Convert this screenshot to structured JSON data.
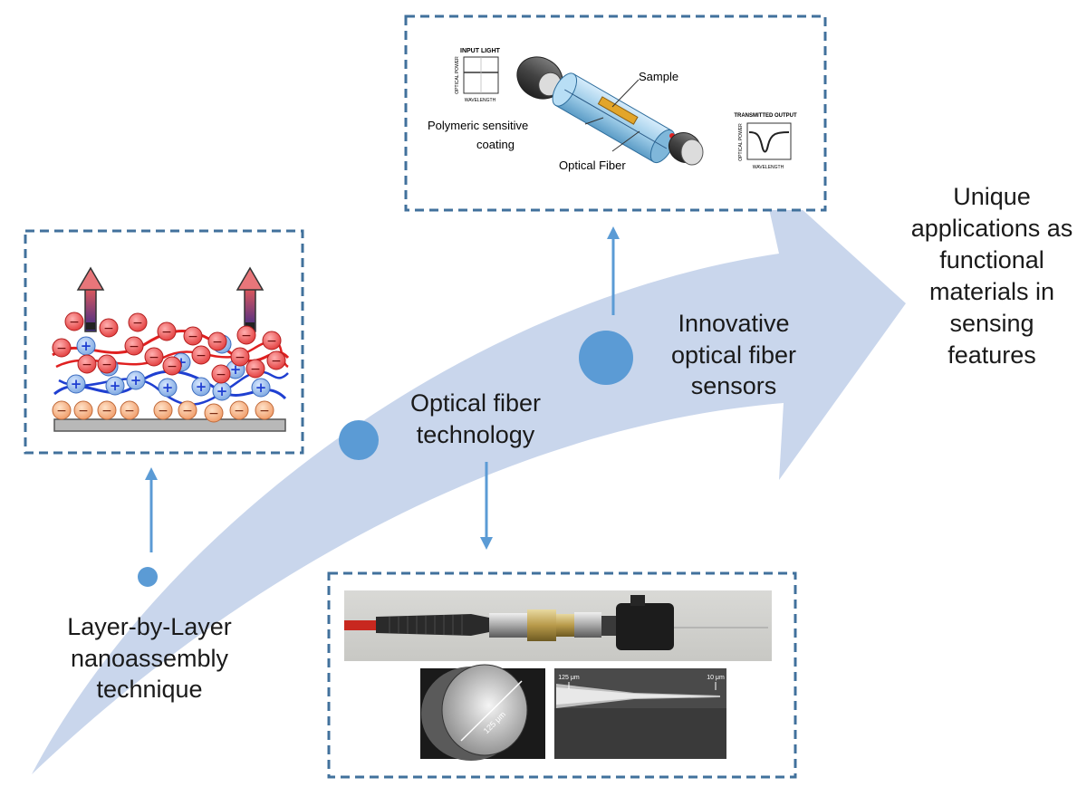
{
  "steps": {
    "lbl": [
      "Layer-by-Layer",
      "nanoassembly",
      "technique"
    ],
    "oft": [
      "Optical fiber",
      "technology"
    ],
    "innovative": [
      "Innovative",
      "optical fiber",
      "sensors"
    ],
    "unique": [
      "Unique",
      "applications as",
      "functional",
      "materials in",
      "sensing",
      "features"
    ]
  },
  "sensor_diagram": {
    "input_title": "INPUT LIGHT",
    "output_title": "TRANSMITTED OUTPUT",
    "y_axis": "OPTICAL POWER",
    "x_axis": "WAVELENGTH",
    "sample": "Sample",
    "coating_line1": "Polymeric sensitive",
    "coating_line2": "coating",
    "fiber": "Optical Fiber"
  },
  "micrographs": {
    "diameter": "125 μm",
    "taper_left": "125 μm",
    "taper_right": "10 μm"
  },
  "charges": {
    "negative": "−",
    "positive": "+"
  },
  "colors": {
    "arrow": "#c9d6ec",
    "dot": "#5b9bd5",
    "dashed_border": "#41719c",
    "connector": "#5b9bd5",
    "polycation_line": "#1f3fd1",
    "polyanion_line": "#e02020"
  }
}
